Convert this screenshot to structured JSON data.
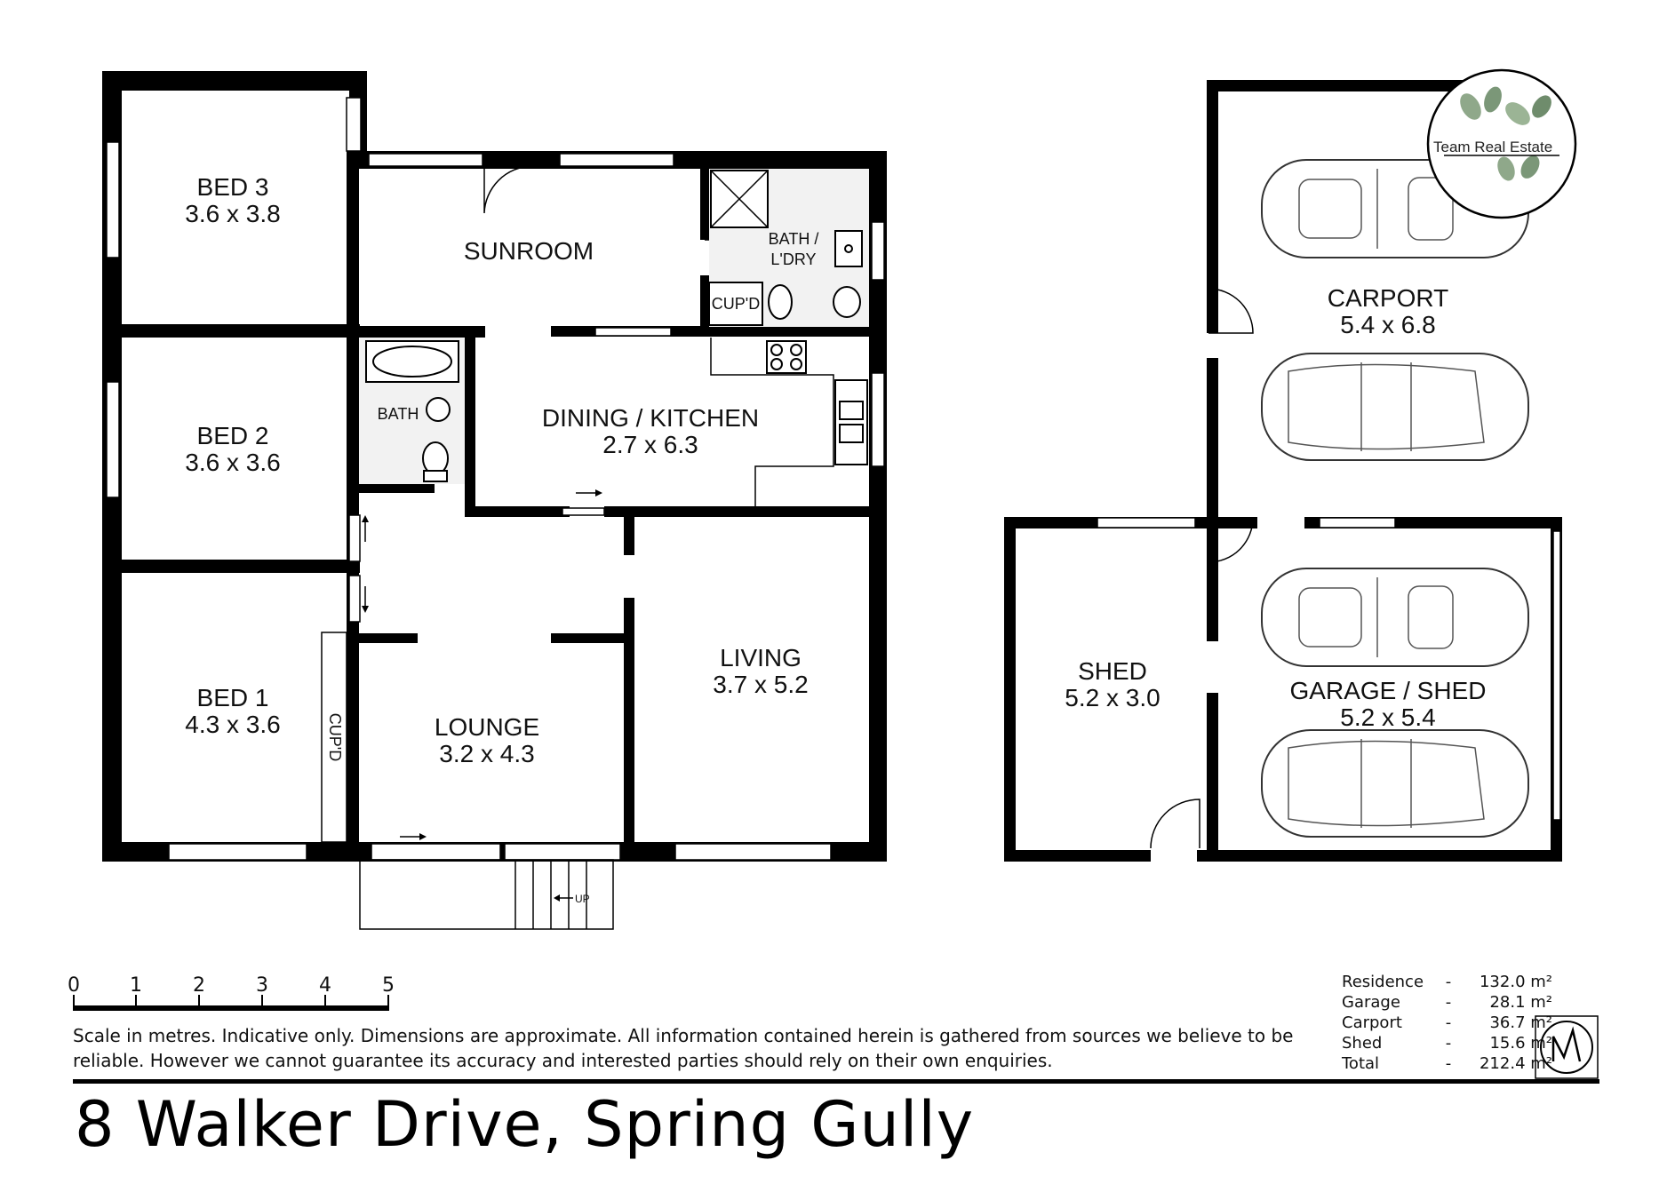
{
  "rooms": {
    "bed3": {
      "name": "BED 3",
      "dims": "3.6 x 3.8"
    },
    "bed2": {
      "name": "BED 2",
      "dims": "3.6 x 3.6"
    },
    "bed1": {
      "name": "BED 1",
      "dims": "4.3 x 3.6"
    },
    "sunroom": {
      "name": "SUNROOM"
    },
    "bath_laundry": {
      "line1": "BATH /",
      "line2": "L'DRY"
    },
    "cupd_small": {
      "name": "CUP'D"
    },
    "bath": {
      "name": "BATH"
    },
    "dining_kitchen": {
      "name": "DINING / KITCHEN",
      "dims": "2.7 x 6.3"
    },
    "living": {
      "name": "LIVING",
      "dims": "3.7 x 5.2"
    },
    "lounge": {
      "name": "LOUNGE",
      "dims": "3.2 x 4.3"
    },
    "cupd_hall": {
      "name": "CUP'D"
    },
    "steps": {
      "label": "UP"
    },
    "carport": {
      "name": "CARPORT",
      "dims": "5.4 x 6.8"
    },
    "shed": {
      "name": "SHED",
      "dims": "5.2 x 3.0"
    },
    "garage_shed": {
      "name": "GARAGE / SHED",
      "dims": "5.2 x 5.4"
    }
  },
  "brand": {
    "name": "Team Real Estate"
  },
  "scale": {
    "ticks": [
      "0",
      "1",
      "2",
      "3",
      "4",
      "5"
    ]
  },
  "disclaimer": "Scale in metres. Indicative only. Dimensions are approximate. All information contained herein is gathered from sources we believe to be reliable. However we cannot guarantee  its accuracy and interested parties should rely on their own enquiries.",
  "areas": [
    {
      "label": "Residence",
      "sep": "-",
      "value": "132.0 m²"
    },
    {
      "label": "Garage",
      "sep": "-",
      "value": "28.1 m²"
    },
    {
      "label": "Carport",
      "sep": "-",
      "value": "36.7 m²"
    },
    {
      "label": "Shed",
      "sep": "-",
      "value": "15.6 m²"
    },
    {
      "label": "Total",
      "sep": "-",
      "value": "212.4 m²"
    }
  ],
  "address": "8 Walker Drive, Spring Gully"
}
